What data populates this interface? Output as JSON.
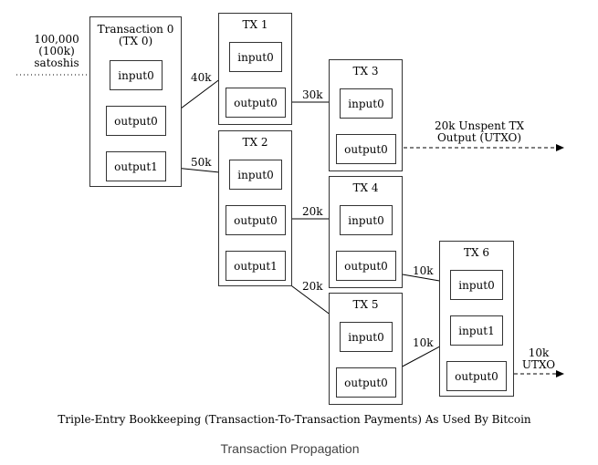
{
  "source": {
    "line1": "100,000",
    "line2": "(100k)",
    "line3": "satoshis"
  },
  "transactions": {
    "tx0": {
      "title_line1": "Transaction 0",
      "title_line2": "(TX 0)",
      "input0": "input0",
      "output0": "output0",
      "output1": "output1"
    },
    "tx1": {
      "title": "TX 1",
      "input0": "input0",
      "output0": "output0"
    },
    "tx2": {
      "title": "TX 2",
      "input0": "input0",
      "output0": "output0",
      "output1": "output1"
    },
    "tx3": {
      "title": "TX 3",
      "input0": "input0",
      "output0": "output0"
    },
    "tx4": {
      "title": "TX 4",
      "input0": "input0",
      "output0": "output0"
    },
    "tx5": {
      "title": "TX 5",
      "input0": "input0",
      "output0": "output0"
    },
    "tx6": {
      "title": "TX 6",
      "input0": "input0",
      "input1": "input1",
      "output0": "output0"
    }
  },
  "edges": {
    "tx0_out0_to_tx1": "40k",
    "tx0_out1_to_tx2": "50k",
    "tx1_out0_to_tx3": "30k",
    "tx2_out0_to_tx4": "20k",
    "tx2_out1_to_tx5": "20k",
    "tx4_out0_to_tx6": "10k",
    "tx5_out0_to_tx6": "10k"
  },
  "utxo_labels": {
    "tx3_line1": "20k Unspent TX",
    "tx3_line2": "Output (UTXO)",
    "tx6_line1": "10k",
    "tx6_line2": "UTXO"
  },
  "caption": "Triple-Entry Bookkeeping (Transaction-To-Transaction Payments) As Used By Bitcoin",
  "subtitle": "Transaction Propagation"
}
